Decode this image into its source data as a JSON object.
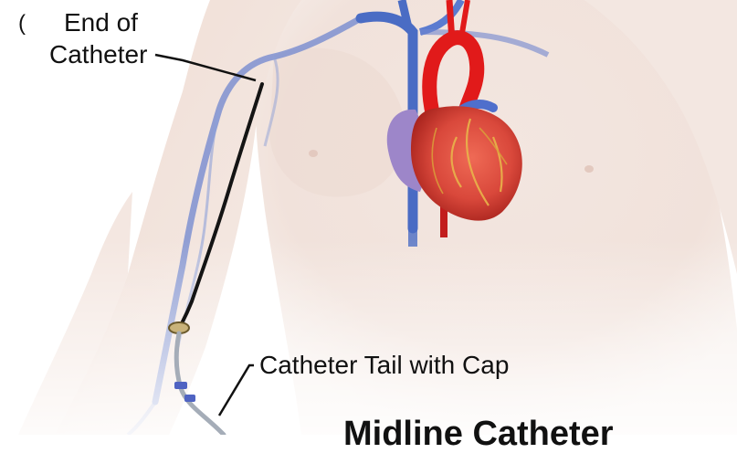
{
  "diagram": {
    "labels": {
      "end_of_catheter_line1": "End of",
      "end_of_catheter_line2": "Catheter",
      "catheter_tail": "Catheter Tail with Cap",
      "title_partial": "Midline Catheter",
      "left_edge_glyph": "("
    },
    "colors": {
      "skin": "#f1e3dc",
      "vein_blue": "#5a78c8",
      "artery_red": "#e11a1a",
      "heart_red": "#d9483b",
      "catheter_black": "#141414",
      "background": "#ffffff"
    }
  }
}
